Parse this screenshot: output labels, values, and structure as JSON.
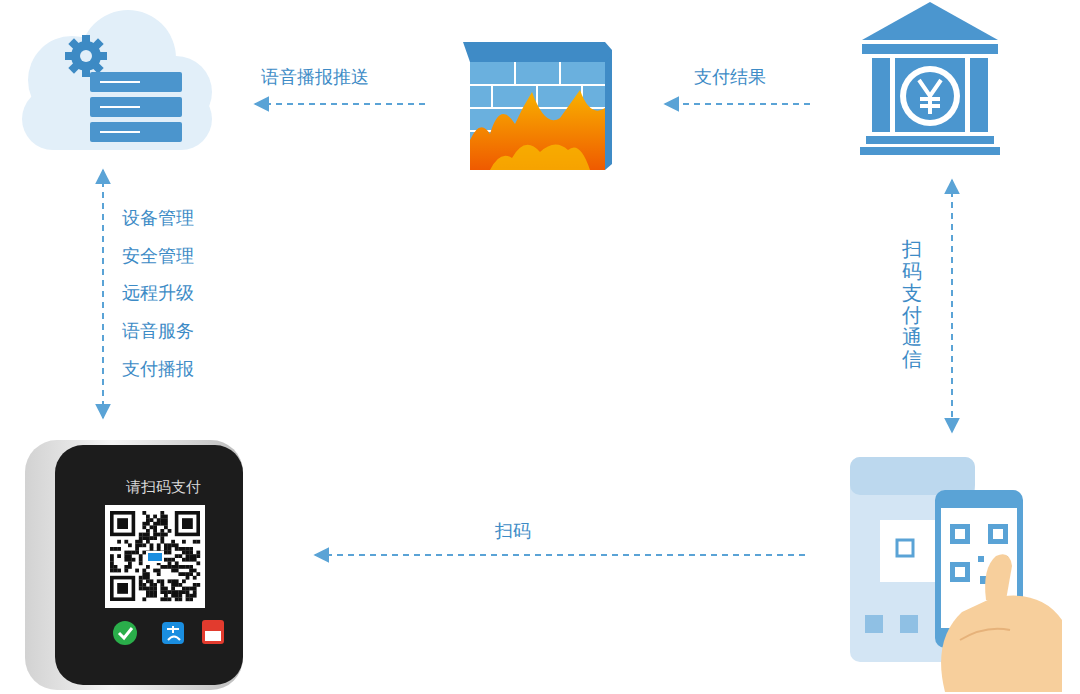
{
  "diagram": {
    "nodes": [
      {
        "text": [
          "请扫码支付"
        ]
      }
    ],
    "labels": [
      "语音播报推送",
      "支付结果",
      "设备管理",
      "安全管理",
      "远程升级",
      "语音服务",
      "支付播报",
      "扫码支付通信",
      "扫码"
    ]
  }
}
